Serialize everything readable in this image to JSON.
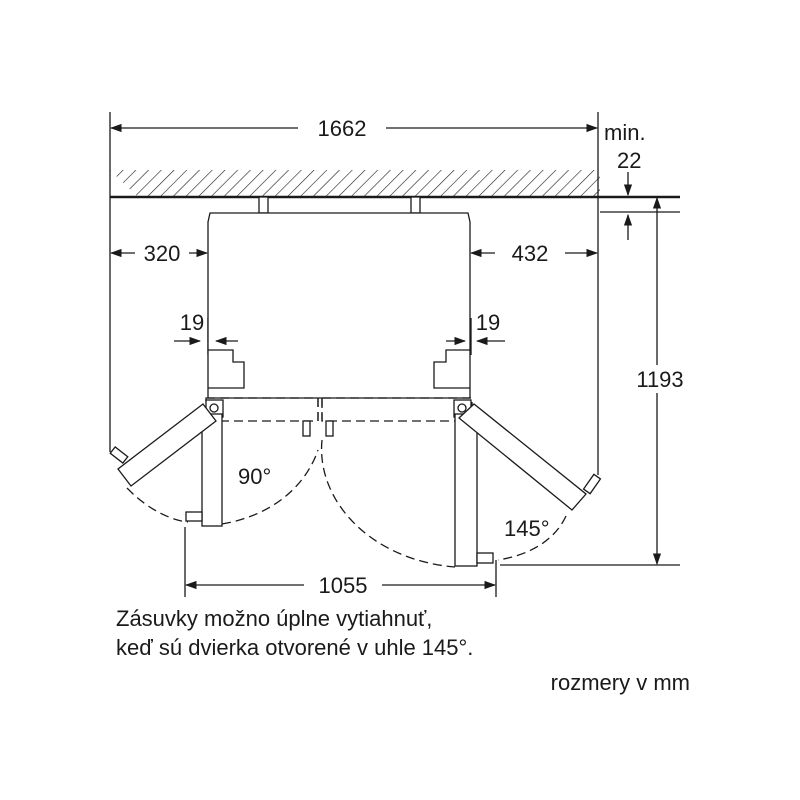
{
  "dimensions": {
    "total_width": "1662",
    "min_label": "min.",
    "wall_gap": "22",
    "left_clearance": "320",
    "right_clearance": "432",
    "left_door_edge": "19",
    "right_door_edge": "19",
    "depth_open": "1193",
    "open_width": "1055"
  },
  "angles": {
    "left_door": "90°",
    "right_door": "145°"
  },
  "notes": {
    "line1": "Zásuvky možno úplne vytiahnuť,",
    "line2": "keď sú dvierka otvorené v uhle 145°.",
    "units": "rozmery v mm"
  }
}
